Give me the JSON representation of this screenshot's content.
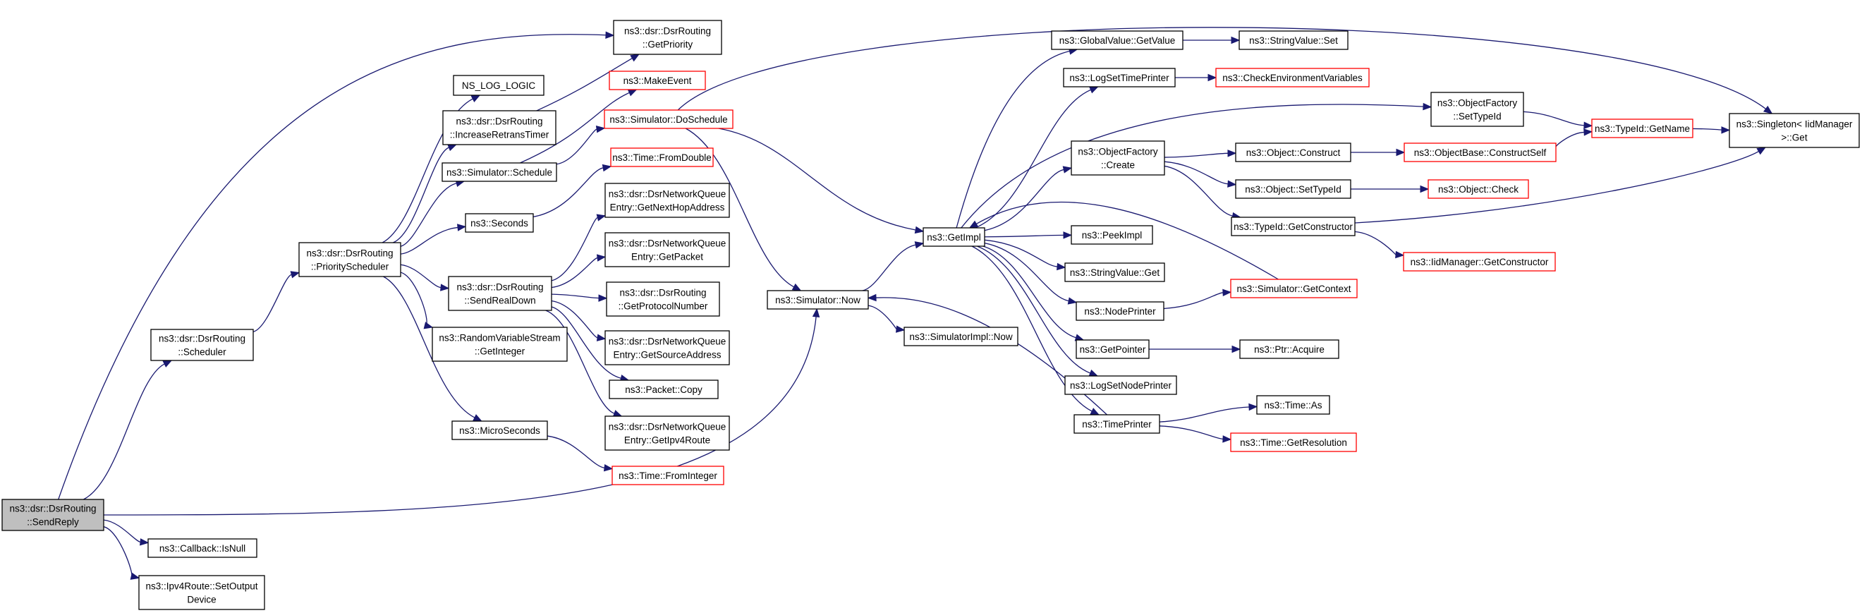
{
  "colors": {
    "edge": "#191970",
    "node_border": "#000000",
    "truncated_border": "#ff0000",
    "root_fill": "#bfbfbf",
    "background": "#ffffff"
  },
  "graph": {
    "nodes": [
      {
        "id": "sendReply",
        "lines": [
          "ns3::dsr::DsrRouting",
          "::SendReply"
        ],
        "style": "root"
      },
      {
        "id": "scheduler",
        "lines": [
          "ns3::dsr::DsrRouting",
          "::Scheduler"
        ],
        "style": "normal"
      },
      {
        "id": "isNull",
        "lines": [
          "ns3::Callback::IsNull"
        ],
        "style": "normal"
      },
      {
        "id": "setOutputDevice",
        "lines": [
          "ns3::Ipv4Route::SetOutput",
          "Device"
        ],
        "style": "normal"
      },
      {
        "id": "priorityScheduler",
        "lines": [
          "ns3::dsr::DsrRouting",
          "::PriorityScheduler"
        ],
        "style": "normal"
      },
      {
        "id": "getPriority",
        "lines": [
          "ns3::dsr::DsrRouting",
          "::GetPriority"
        ],
        "style": "normal"
      },
      {
        "id": "nsLogLogic",
        "lines": [
          "NS_LOG_LOGIC"
        ],
        "style": "normal"
      },
      {
        "id": "increaseRetrans",
        "lines": [
          "ns3::dsr::DsrRouting",
          "::IncreaseRetransTimer"
        ],
        "style": "normal"
      },
      {
        "id": "simSchedule",
        "lines": [
          "ns3::Simulator::Schedule"
        ],
        "style": "normal"
      },
      {
        "id": "seconds",
        "lines": [
          "ns3::Seconds"
        ],
        "style": "normal"
      },
      {
        "id": "sendRealDown",
        "lines": [
          "ns3::dsr::DsrRouting",
          "::SendRealDown"
        ],
        "style": "normal"
      },
      {
        "id": "rvsGetInteger",
        "lines": [
          "ns3::RandomVariableStream",
          "::GetInteger"
        ],
        "style": "normal"
      },
      {
        "id": "microSeconds",
        "lines": [
          "ns3::MicroSeconds"
        ],
        "style": "normal"
      },
      {
        "id": "makeEvent",
        "lines": [
          "ns3::MakeEvent"
        ],
        "style": "truncated"
      },
      {
        "id": "doSchedule",
        "lines": [
          "ns3::Simulator::DoSchedule"
        ],
        "style": "truncated"
      },
      {
        "id": "fromDouble",
        "lines": [
          "ns3::Time::FromDouble"
        ],
        "style": "truncated"
      },
      {
        "id": "getNextHop",
        "lines": [
          "ns3::dsr::DsrNetworkQueue",
          "Entry::GetNextHopAddress"
        ],
        "style": "normal"
      },
      {
        "id": "getPacket",
        "lines": [
          "ns3::dsr::DsrNetworkQueue",
          "Entry::GetPacket"
        ],
        "style": "normal"
      },
      {
        "id": "getProtocolNumber",
        "lines": [
          "ns3::dsr::DsrRouting",
          "::GetProtocolNumber"
        ],
        "style": "normal"
      },
      {
        "id": "getSourceAddress",
        "lines": [
          "ns3::dsr::DsrNetworkQueue",
          "Entry::GetSourceAddress"
        ],
        "style": "normal"
      },
      {
        "id": "packetCopy",
        "lines": [
          "ns3::Packet::Copy"
        ],
        "style": "normal"
      },
      {
        "id": "getIpv4Route",
        "lines": [
          "ns3::dsr::DsrNetworkQueue",
          "Entry::GetIpv4Route"
        ],
        "style": "normal"
      },
      {
        "id": "fromInteger",
        "lines": [
          "ns3::Time::FromInteger"
        ],
        "style": "truncated"
      },
      {
        "id": "simNow",
        "lines": [
          "ns3::Simulator::Now"
        ],
        "style": "normal"
      },
      {
        "id": "simImplNow",
        "lines": [
          "ns3::SimulatorImpl::Now"
        ],
        "style": "normal"
      },
      {
        "id": "getImpl",
        "lines": [
          "ns3::GetImpl"
        ],
        "style": "normal"
      },
      {
        "id": "globalGetValue",
        "lines": [
          "ns3::GlobalValue::GetValue"
        ],
        "style": "normal"
      },
      {
        "id": "logSetTimePrinter",
        "lines": [
          "ns3::LogSetTimePrinter"
        ],
        "style": "normal"
      },
      {
        "id": "ofCreate",
        "lines": [
          "ns3::ObjectFactory",
          "::Create"
        ],
        "style": "normal"
      },
      {
        "id": "peekImpl",
        "lines": [
          "ns3::PeekImpl"
        ],
        "style": "normal"
      },
      {
        "id": "stringValueGet",
        "lines": [
          "ns3::StringValue::Get"
        ],
        "style": "normal"
      },
      {
        "id": "nodePrinter",
        "lines": [
          "ns3::NodePrinter"
        ],
        "style": "normal"
      },
      {
        "id": "getPointer",
        "lines": [
          "ns3::GetPointer"
        ],
        "style": "normal"
      },
      {
        "id": "logSetNodePrinter",
        "lines": [
          "ns3::LogSetNodePrinter"
        ],
        "style": "normal"
      },
      {
        "id": "timePrinter",
        "lines": [
          "ns3::TimePrinter"
        ],
        "style": "normal"
      },
      {
        "id": "stringValueSet",
        "lines": [
          "ns3::StringValue::Set"
        ],
        "style": "normal"
      },
      {
        "id": "checkEnv",
        "lines": [
          "ns3::CheckEnvironmentVariables"
        ],
        "style": "truncated"
      },
      {
        "id": "ofSetTypeId",
        "lines": [
          "ns3::ObjectFactory",
          "::SetTypeId"
        ],
        "style": "normal"
      },
      {
        "id": "objConstruct",
        "lines": [
          "ns3::Object::Construct"
        ],
        "style": "normal"
      },
      {
        "id": "objSetTypeId",
        "lines": [
          "ns3::Object::SetTypeId"
        ],
        "style": "normal"
      },
      {
        "id": "tidGetConstructor",
        "lines": [
          "ns3::TypeId::GetConstructor"
        ],
        "style": "normal"
      },
      {
        "id": "simGetContext",
        "lines": [
          "ns3::Simulator::GetContext"
        ],
        "style": "truncated"
      },
      {
        "id": "ptrAcquire",
        "lines": [
          "ns3::Ptr::Acquire"
        ],
        "style": "normal"
      },
      {
        "id": "timeAs",
        "lines": [
          "ns3::Time::As"
        ],
        "style": "normal"
      },
      {
        "id": "timeGetResolution",
        "lines": [
          "ns3::Time::GetResolution"
        ],
        "style": "truncated"
      },
      {
        "id": "tidGetName",
        "lines": [
          "ns3::TypeId::GetName"
        ],
        "style": "truncated"
      },
      {
        "id": "obConstructSelf",
        "lines": [
          "ns3::ObjectBase::ConstructSelf"
        ],
        "style": "truncated"
      },
      {
        "id": "objCheck",
        "lines": [
          "ns3::Object::Check"
        ],
        "style": "truncated"
      },
      {
        "id": "iidGetConstructor",
        "lines": [
          "ns3::IidManager::GetConstructor"
        ],
        "style": "truncated"
      },
      {
        "id": "singletonGet",
        "lines": [
          "ns3::Singleton< IidManager",
          " >::Get"
        ],
        "style": "normal"
      }
    ],
    "edges": [
      [
        "sendReply",
        "getPriority"
      ],
      [
        "sendReply",
        "scheduler"
      ],
      [
        "sendReply",
        "simNow"
      ],
      [
        "sendReply",
        "isNull"
      ],
      [
        "sendReply",
        "setOutputDevice"
      ],
      [
        "scheduler",
        "priorityScheduler"
      ],
      [
        "priorityScheduler",
        "nsLogLogic"
      ],
      [
        "priorityScheduler",
        "increaseRetrans"
      ],
      [
        "priorityScheduler",
        "simSchedule"
      ],
      [
        "priorityScheduler",
        "seconds"
      ],
      [
        "priorityScheduler",
        "sendRealDown"
      ],
      [
        "priorityScheduler",
        "rvsGetInteger"
      ],
      [
        "priorityScheduler",
        "microSeconds"
      ],
      [
        "increaseRetrans",
        "getPriority"
      ],
      [
        "simSchedule",
        "makeEvent"
      ],
      [
        "simSchedule",
        "doSchedule"
      ],
      [
        "seconds",
        "fromDouble"
      ],
      [
        "sendRealDown",
        "getNextHop"
      ],
      [
        "sendRealDown",
        "getPacket"
      ],
      [
        "sendRealDown",
        "getProtocolNumber"
      ],
      [
        "sendRealDown",
        "getSourceAddress"
      ],
      [
        "sendRealDown",
        "packetCopy"
      ],
      [
        "sendRealDown",
        "getIpv4Route"
      ],
      [
        "microSeconds",
        "fromInteger"
      ],
      [
        "doSchedule",
        "singletonGet"
      ],
      [
        "doSchedule",
        "getImpl"
      ],
      [
        "doSchedule",
        "simNow"
      ],
      [
        "simNow",
        "getImpl"
      ],
      [
        "simNow",
        "simImplNow"
      ],
      [
        "getImpl",
        "globalGetValue"
      ],
      [
        "getImpl",
        "logSetTimePrinter"
      ],
      [
        "getImpl",
        "ofSetTypeId"
      ],
      [
        "getImpl",
        "ofCreate"
      ],
      [
        "getImpl",
        "peekImpl"
      ],
      [
        "getImpl",
        "stringValueGet"
      ],
      [
        "getImpl",
        "nodePrinter"
      ],
      [
        "getImpl",
        "getPointer"
      ],
      [
        "getImpl",
        "logSetNodePrinter"
      ],
      [
        "getImpl",
        "timePrinter"
      ],
      [
        "globalGetValue",
        "stringValueSet"
      ],
      [
        "logSetTimePrinter",
        "checkEnv"
      ],
      [
        "ofSetTypeId",
        "tidGetName"
      ],
      [
        "ofCreate",
        "objConstruct"
      ],
      [
        "ofCreate",
        "objSetTypeId"
      ],
      [
        "ofCreate",
        "tidGetConstructor"
      ],
      [
        "objConstruct",
        "obConstructSelf"
      ],
      [
        "obConstructSelf",
        "tidGetName"
      ],
      [
        "objSetTypeId",
        "objCheck"
      ],
      [
        "tidGetConstructor",
        "iidGetConstructor"
      ],
      [
        "tidGetConstructor",
        "singletonGet"
      ],
      [
        "tidGetName",
        "singletonGet"
      ],
      [
        "nodePrinter",
        "simGetContext"
      ],
      [
        "simGetContext",
        "getImpl"
      ],
      [
        "getPointer",
        "ptrAcquire"
      ],
      [
        "timePrinter",
        "timeAs"
      ],
      [
        "timePrinter",
        "timeGetResolution"
      ],
      [
        "timePrinter",
        "simNow"
      ]
    ]
  }
}
